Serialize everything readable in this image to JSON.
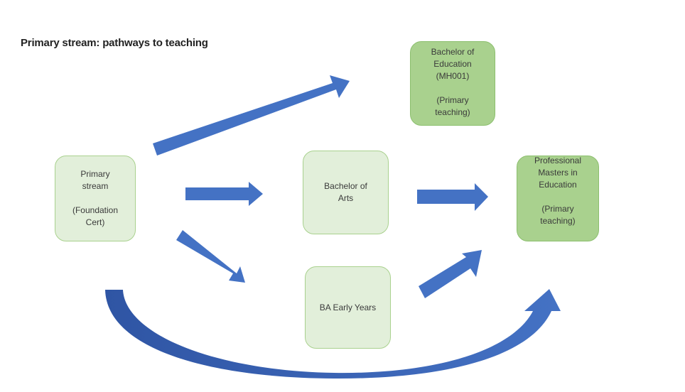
{
  "title": "Primary stream: pathways to teaching",
  "colors": {
    "arrow": "#4472c4",
    "arrow_dark": "#2f55a4",
    "box_light_fill": "#e2efda",
    "box_light_border": "#a9d18e",
    "box_dark_fill": "#a9d18e"
  },
  "nodes": {
    "primary_stream": "Primary\nstream\n\n(Foundation\nCert)",
    "bachelor_of_arts": "Bachelor of\nArts",
    "ba_early_years": "BA Early Years",
    "bachelor_of_education": "Bachelor of\nEducation\n(MH001)\n\n(Primary\nteaching)",
    "professional_masters": "Professional\nMasters in\nEducation\n\n(Primary\nteaching)"
  },
  "edges": [
    {
      "from": "primary_stream",
      "to": "bachelor_of_education"
    },
    {
      "from": "primary_stream",
      "to": "bachelor_of_arts"
    },
    {
      "from": "primary_stream",
      "to": "ba_early_years"
    },
    {
      "from": "bachelor_of_arts",
      "to": "professional_masters"
    },
    {
      "from": "ba_early_years",
      "to": "professional_masters"
    },
    {
      "from": "primary_stream",
      "to": "professional_masters"
    }
  ]
}
